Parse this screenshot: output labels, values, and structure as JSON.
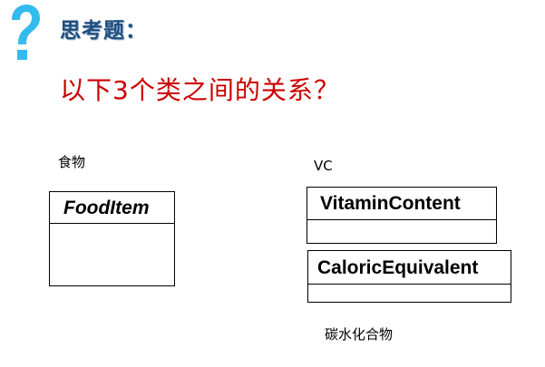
{
  "heading": "思考题：",
  "question": "以下3个类之间的关系？",
  "accent_colors": {
    "heading": "#1f4f7f",
    "question": "#cc0000",
    "icon": "#33bbee"
  },
  "icon": "question-mark-icon",
  "labels": {
    "food": "食物",
    "vc": "VC",
    "carb": "碳水化合物"
  },
  "classes": {
    "food_item": "FoodItem",
    "vitamin_content": "VitaminContent",
    "caloric_equivalent": "CaloricEquivalent"
  }
}
